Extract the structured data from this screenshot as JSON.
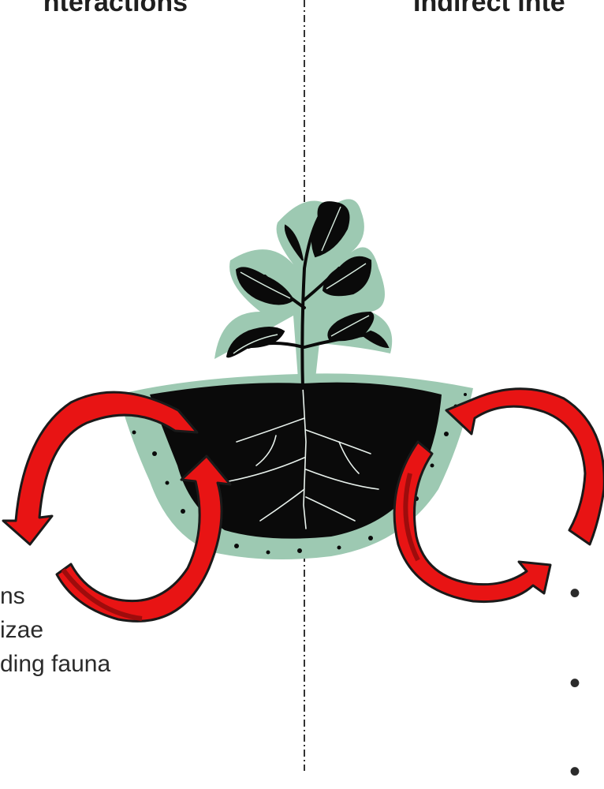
{
  "headings": {
    "left": "nteractions",
    "right": "Indirect inte"
  },
  "left_list": [
    "ns",
    "izae",
    "ding fauna"
  ],
  "right_list": [
    "•",
    "•",
    "•"
  ],
  "colors": {
    "arrow_fill": "#e81414",
    "arrow_shade": "#9e0c0c",
    "soil_halo": "#9dc9b2",
    "soil": "#0a0a0a",
    "divider": "#333333"
  }
}
